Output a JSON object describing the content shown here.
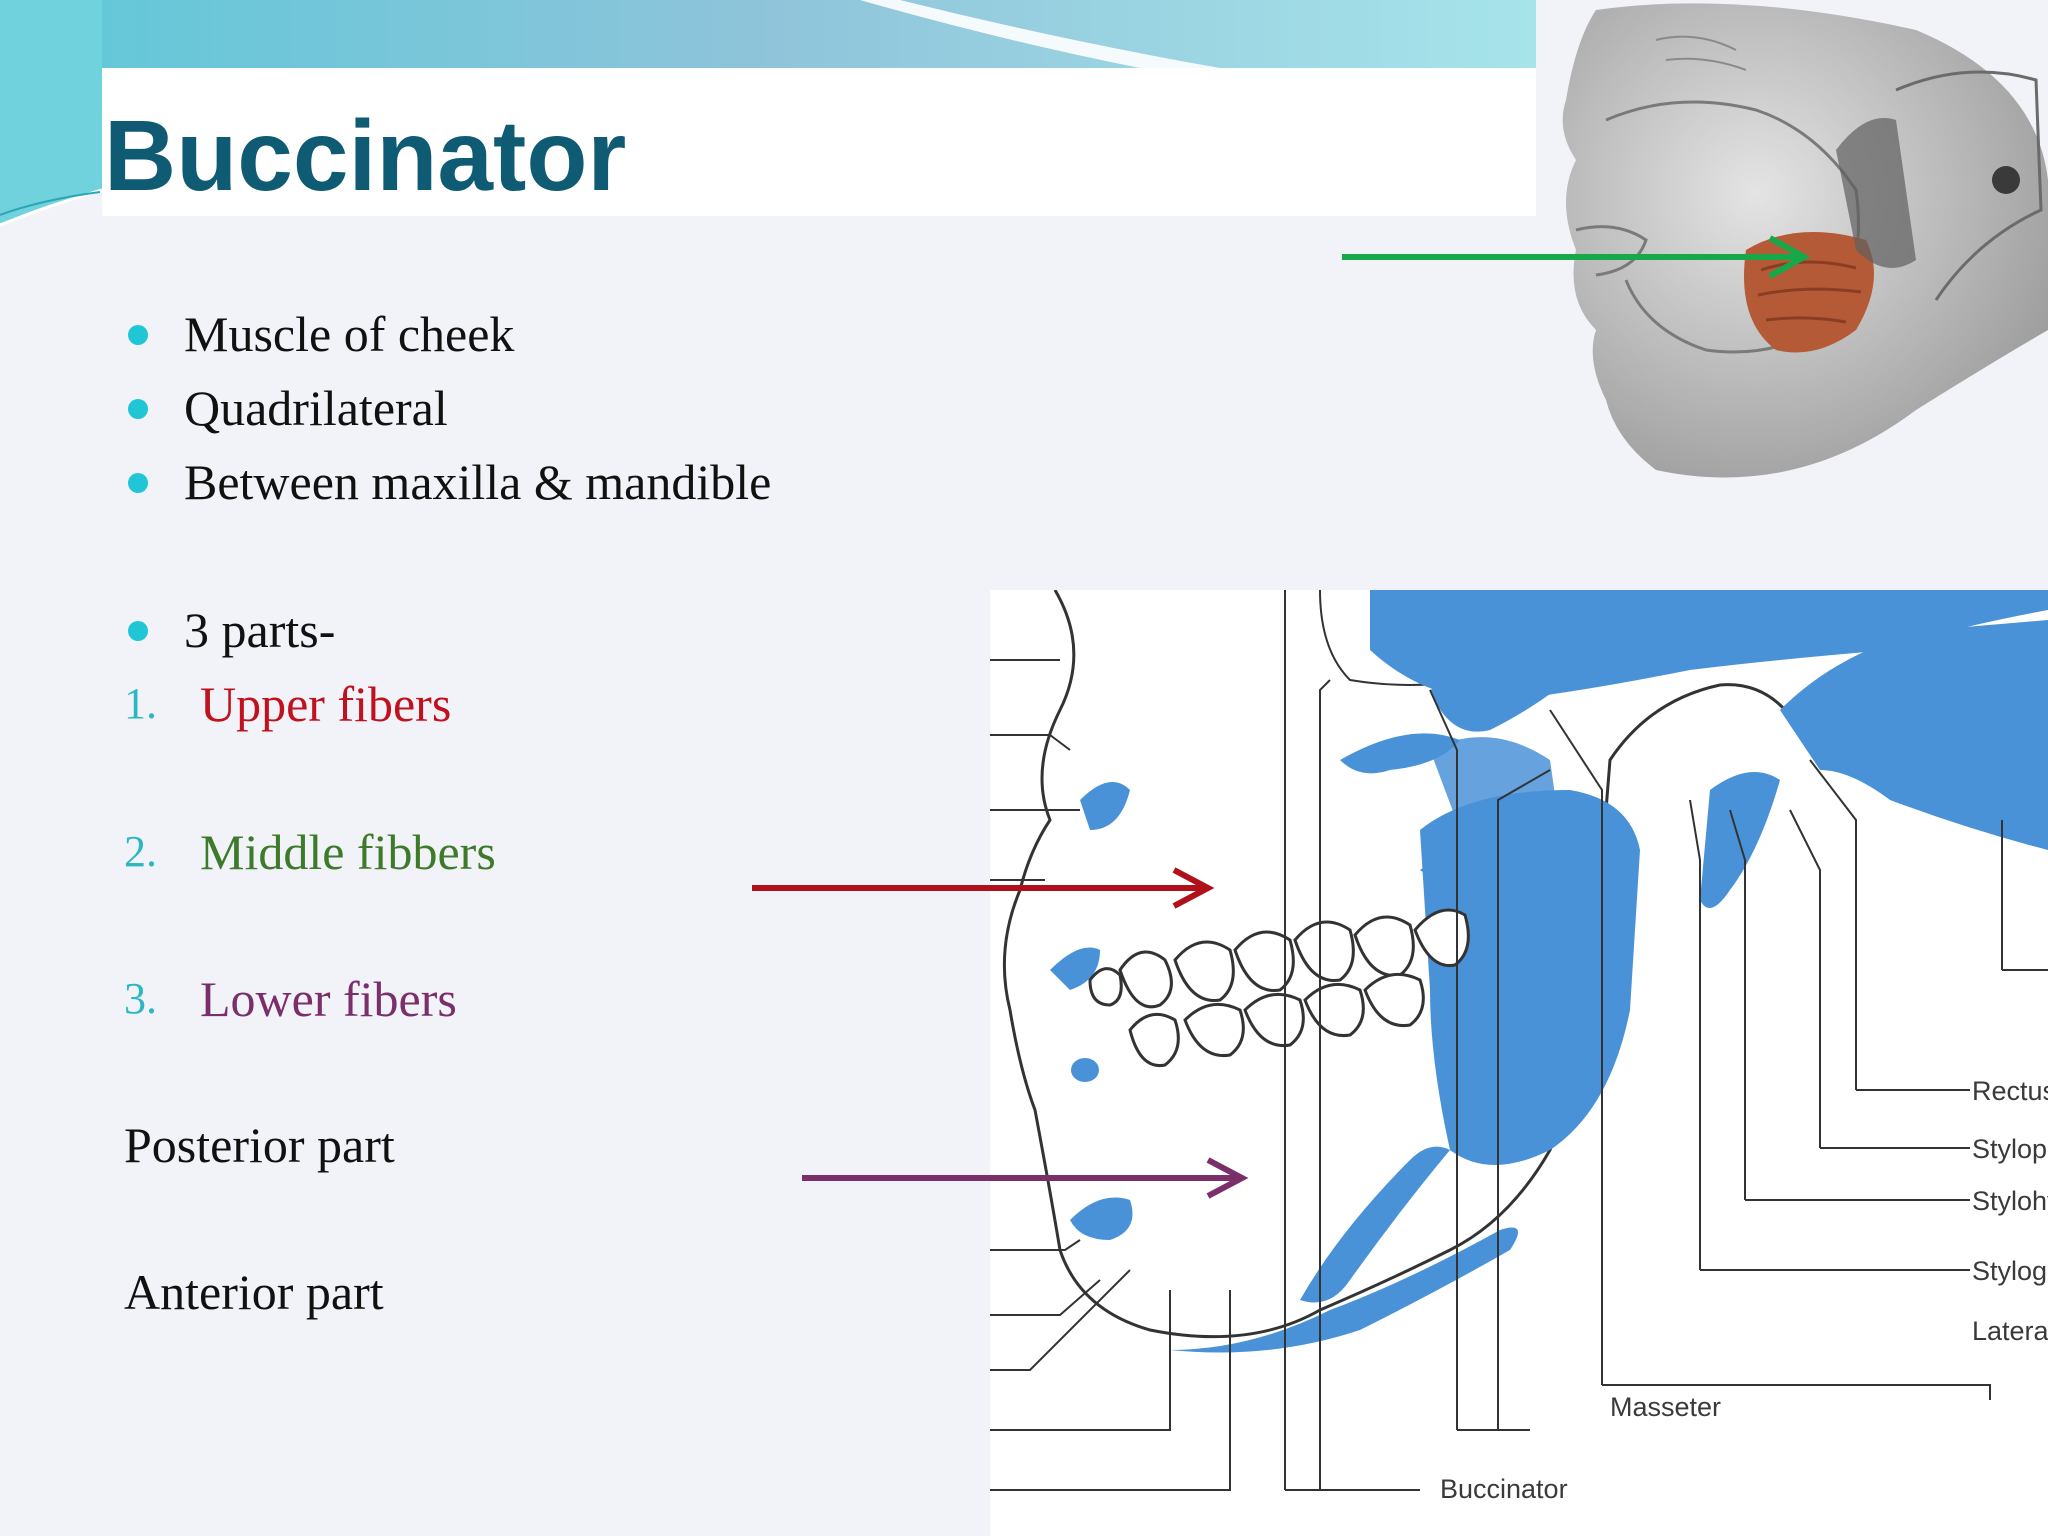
{
  "slide": {
    "title": "Buccinator",
    "bullets": [
      "Muscle of cheek",
      "Quadrilateral",
      "Between maxilla & mandible",
      "3 parts-"
    ],
    "numbered": [
      {
        "num": "1.",
        "label": "Upper fibers",
        "color": "#c0121e"
      },
      {
        "num": "2.",
        "label": "Middle fibbers",
        "color": "#3d7a2a"
      },
      {
        "num": "3.",
        "label": "Lower fibers",
        "color": "#7a2e6a"
      }
    ],
    "extra_lines": [
      "Posterior part",
      "Anterior part"
    ]
  },
  "diagram": {
    "labels": {
      "masseter": "Masseter",
      "buccinator": "Buccinator",
      "rectus": "Rectus",
      "stylopharyngeus": "Stylopl",
      "stylohyoid": "Stylohy",
      "styloglossus": "Stylogl",
      "lateral": "Lateral"
    }
  },
  "colors": {
    "title": "#0f5b73",
    "bullet": "#20c6d6",
    "muscle_blue": "#4a92d8",
    "arrow_green": "#17a84a",
    "arrow_red": "#b0101a",
    "arrow_purple": "#7a2e6a"
  }
}
